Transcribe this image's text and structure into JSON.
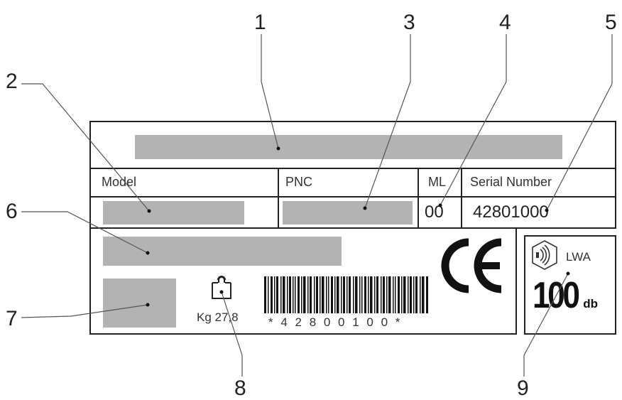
{
  "callouts": [
    "1",
    "2",
    "3",
    "4",
    "5",
    "6",
    "7",
    "8",
    "9"
  ],
  "plate": {
    "headers": {
      "model": "Model",
      "pnc": "PNC",
      "ml": "ML",
      "serial": "Serial Number"
    },
    "values": {
      "ml": "00",
      "serial": "42801000"
    },
    "weight_label": "Kg 27,8",
    "barcode_text": "* 4 2 8 0 0 1 0 0 *",
    "ce_mark": "CE",
    "noise": {
      "label": "LWA",
      "value": "100",
      "unit": "db"
    }
  },
  "colors": {
    "placeholder_gray": "#b3b3b3",
    "line": "#222222"
  }
}
